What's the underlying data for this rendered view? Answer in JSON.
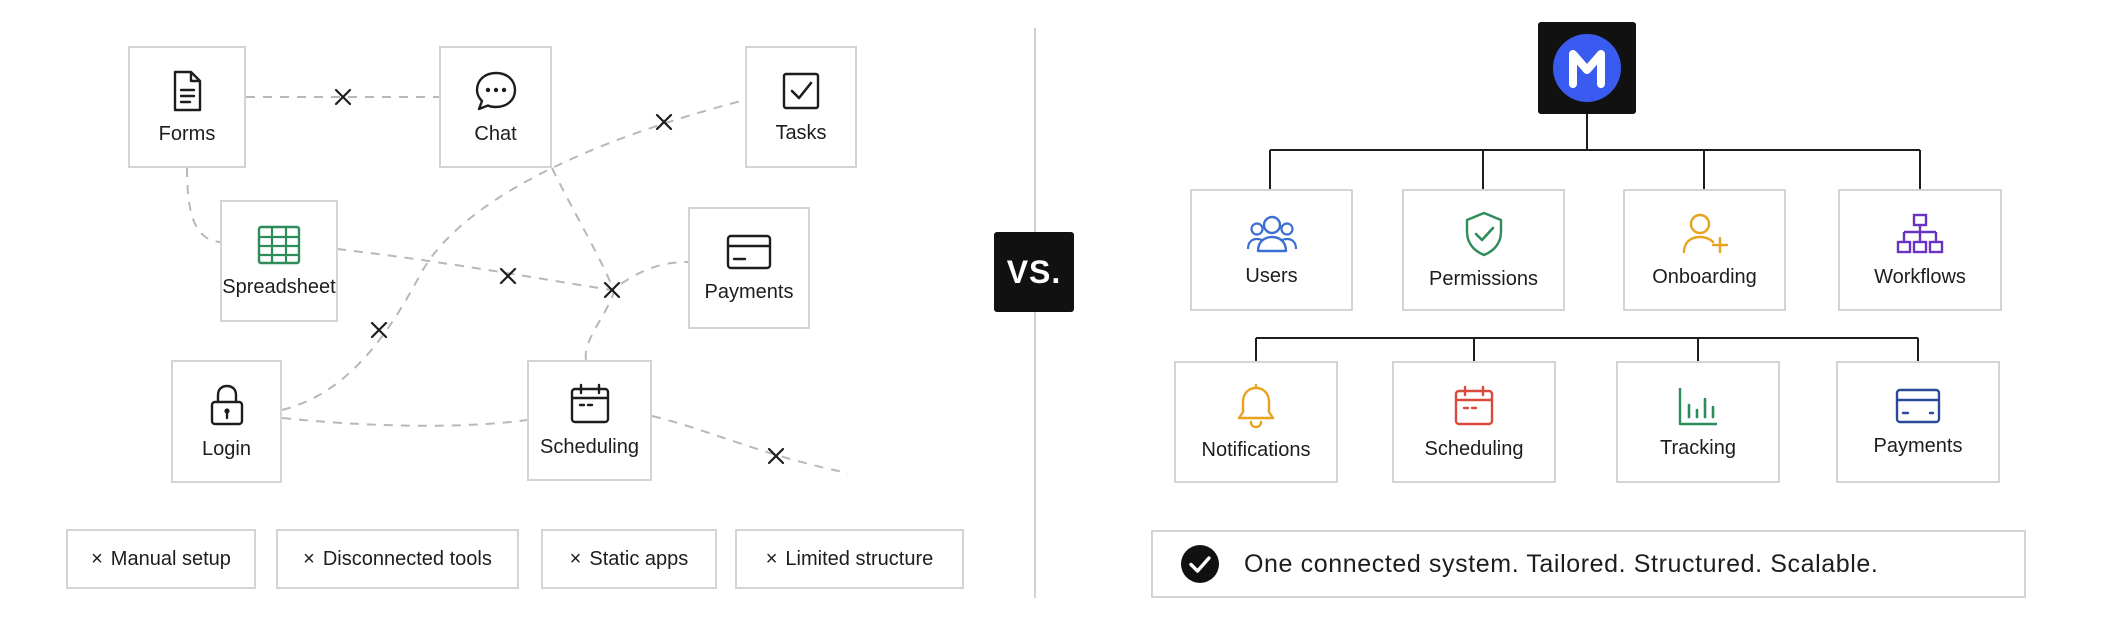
{
  "left": {
    "nodes": {
      "forms": "Forms",
      "chat": "Chat",
      "tasks": "Tasks",
      "spreadsheet": "Spreadsheet",
      "payments": "Payments",
      "login": "Login",
      "scheduling": "Scheduling"
    },
    "issues": [
      "Manual setup",
      "Disconnected tools",
      "Static apps",
      "Limited structure"
    ],
    "issue_marker": "×"
  },
  "vs_label": "VS.",
  "right": {
    "top_row": [
      "Users",
      "Permissions",
      "Onboarding",
      "Workflows"
    ],
    "bottom_row": [
      "Notifications",
      "Scheduling",
      "Tracking",
      "Payments"
    ],
    "tagline": "One connected system. Tailored. Structured. Scalable."
  },
  "colors": {
    "users": "#3b6fd1",
    "permissions": "#2e8b5a",
    "onboarding": "#e8a21f",
    "workflows": "#6a32c2",
    "notifications": "#e8a21f",
    "scheduling": "#d94a3a",
    "tracking": "#2e8b5a",
    "payments": "#2c4a9a",
    "logo": "#3a5bf0"
  }
}
